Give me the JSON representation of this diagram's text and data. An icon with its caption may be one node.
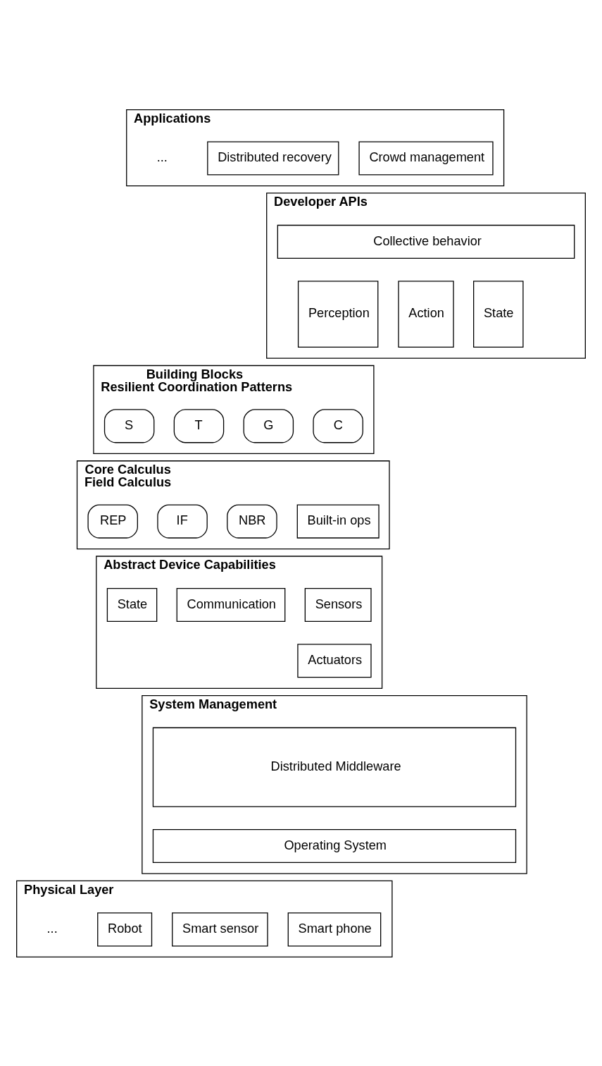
{
  "diagram": {
    "nodes": [
      {
        "text": [
          "Applications"
        ]
      },
      {
        "text": [
          "Crowd management"
        ],
        "in": 0
      },
      {
        "text": [
          "Distributed recovery"
        ],
        "in": 0
      },
      {
        "text": [
          "Developer APIs"
        ]
      },
      {
        "text": [
          "Collective behavior"
        ],
        "in": 3
      },
      {
        "text": [
          "Perception"
        ],
        "in": 3
      },
      {
        "text": [
          "Action"
        ],
        "in": 3
      },
      {
        "text": [
          "State"
        ],
        "in": 3
      },
      {
        "text": [
          "Building Blocks",
          "Resilient Coordination Patterns"
        ]
      },
      {
        "text": [
          "C"
        ],
        "in": 8
      },
      {
        "text": [
          "G"
        ],
        "in": 8
      },
      {
        "text": [
          "T"
        ],
        "in": 8
      },
      {
        "text": [
          "S"
        ],
        "in": 8
      },
      {
        "text": [
          "Core Calculus",
          "Field Calculus"
        ]
      },
      {
        "text": [
          "Built-in ops"
        ],
        "in": 13
      },
      {
        "text": [
          "NBR"
        ],
        "in": 13
      },
      {
        "text": [
          "IF"
        ],
        "in": 13
      },
      {
        "text": [
          "REP"
        ],
        "in": 13
      },
      {
        "text": [
          "Abstract Device Capabilities"
        ]
      },
      {
        "text": [
          "Sensors"
        ],
        "in": 18
      },
      {
        "text": [
          "Actuators"
        ],
        "in": 18
      },
      {
        "text": [
          "Communication"
        ],
        "in": 18
      },
      {
        "text": [
          "State"
        ],
        "in": 18
      },
      {
        "text": [
          "System Management"
        ]
      },
      {
        "text": [
          "Distributed Middleware"
        ],
        "in": 23
      },
      {
        "text": [
          "Operating System"
        ],
        "in": 23
      },
      {
        "text": [
          "Physical Layer"
        ]
      },
      {
        "text": [
          "Smart phone"
        ],
        "in": 26
      },
      {
        "text": [
          "Smart sensor"
        ],
        "in": 26
      },
      {
        "text": [
          "Robot"
        ],
        "in": 26
      }
    ],
    "labels": [
      "...",
      "..."
    ]
  }
}
